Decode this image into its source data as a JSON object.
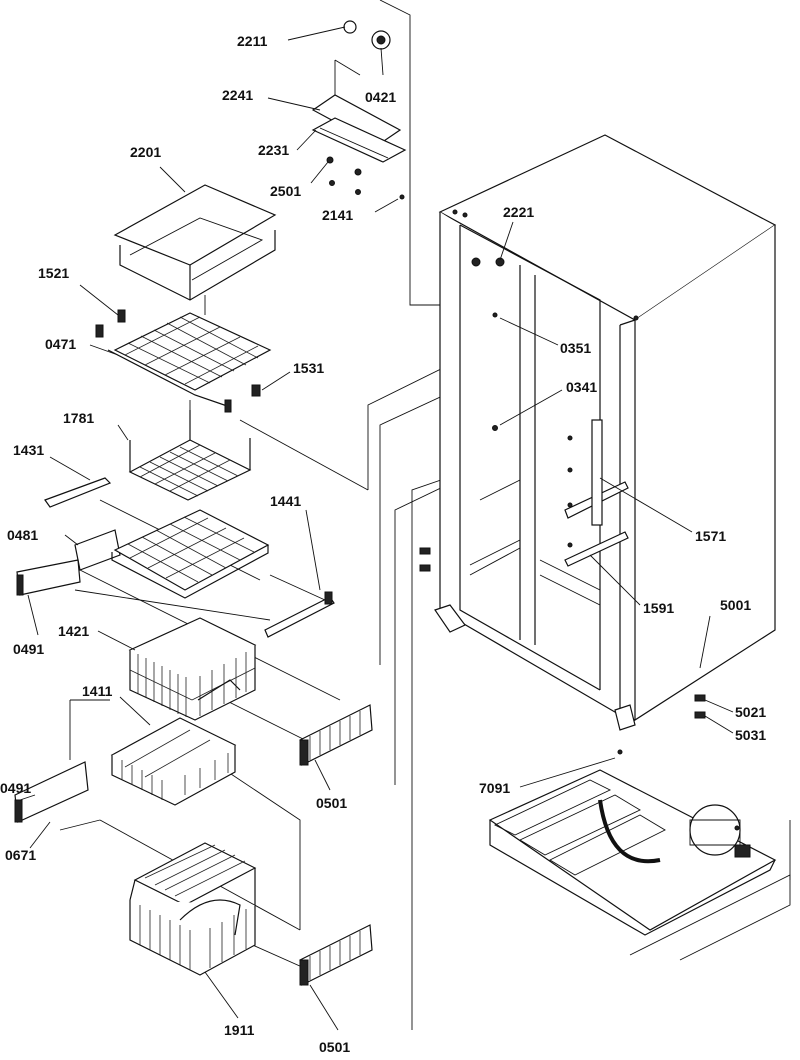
{
  "labels": {
    "l2211": "2211",
    "l0421": "0421",
    "l2241": "2241",
    "l2231": "2231",
    "l2501": "2501",
    "l2141": "2141",
    "l2201": "2201",
    "l2221": "2221",
    "l1521": "1521",
    "l0471": "0471",
    "l1531": "1531",
    "l0351": "0351",
    "l0341": "0341",
    "l1781": "1781",
    "l1431": "1431",
    "l1441": "1441",
    "l1571": "1571",
    "l0481": "0481",
    "l0491a": "0491",
    "l1421": "1421",
    "l1591": "1591",
    "l5001": "5001",
    "l5021": "5021",
    "l5031": "5031",
    "l1411": "1411",
    "l0501a": "0501",
    "l7091": "7091",
    "l0491b": "0491",
    "l0671": "0671",
    "l1911": "1911",
    "l0501b": "0501"
  }
}
